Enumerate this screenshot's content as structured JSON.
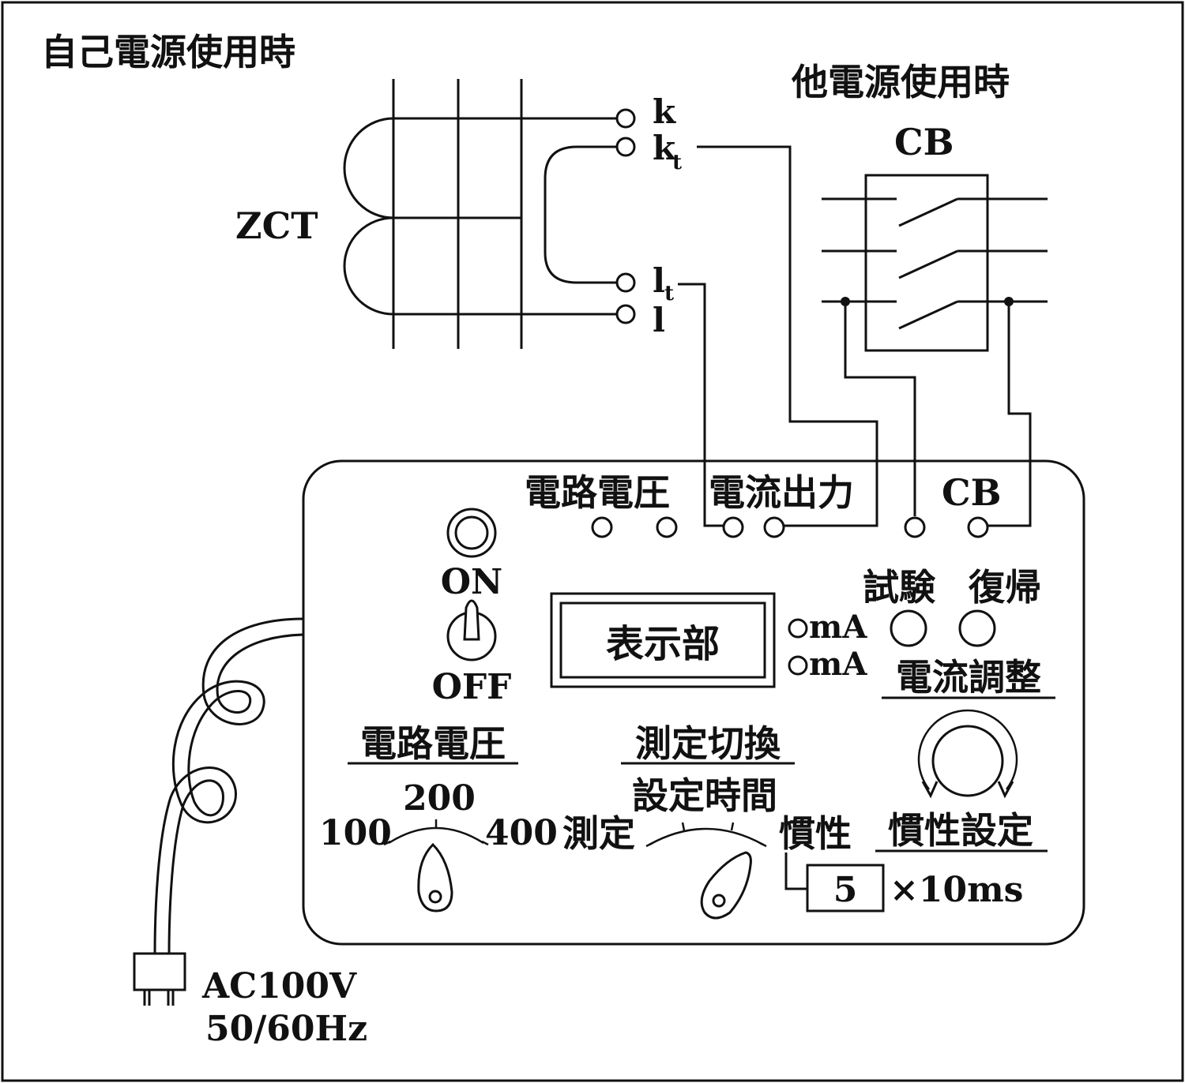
{
  "self_power_title": "自己電源使用時",
  "other_power_title": "他電源使用時",
  "zct": {
    "label": "ZCT",
    "terminals": {
      "k": "k",
      "kt_base": "k",
      "kt_sub": "t",
      "lt_base": "l",
      "lt_sub": "t",
      "l": "l"
    }
  },
  "cb_label": "CB",
  "panel": {
    "top_labels": {
      "circuit_voltage": "電路電圧",
      "current_output": "電流出力",
      "cb": "CB"
    },
    "power_switch": {
      "on": "ON",
      "off": "OFF"
    },
    "display_label": "表示部",
    "ma_indicators": [
      "mA",
      "mA"
    ],
    "buttons": {
      "test": "試験",
      "reset": "復帰"
    },
    "current_adjust": "電流調整",
    "voltage_section": {
      "title": "電路電圧",
      "scale_min": "100",
      "scale_mid": "200",
      "scale_max": "400"
    },
    "mode_section": {
      "title_line1": "測定切換",
      "title_line2": "設定時間",
      "left_label": "測定",
      "right_label": "慣性"
    },
    "inertia_setting": {
      "title": "慣性設定",
      "value": "5",
      "unit": "×10ms"
    }
  },
  "plug": {
    "voltage": "AC100V",
    "frequency": "50/60Hz"
  }
}
